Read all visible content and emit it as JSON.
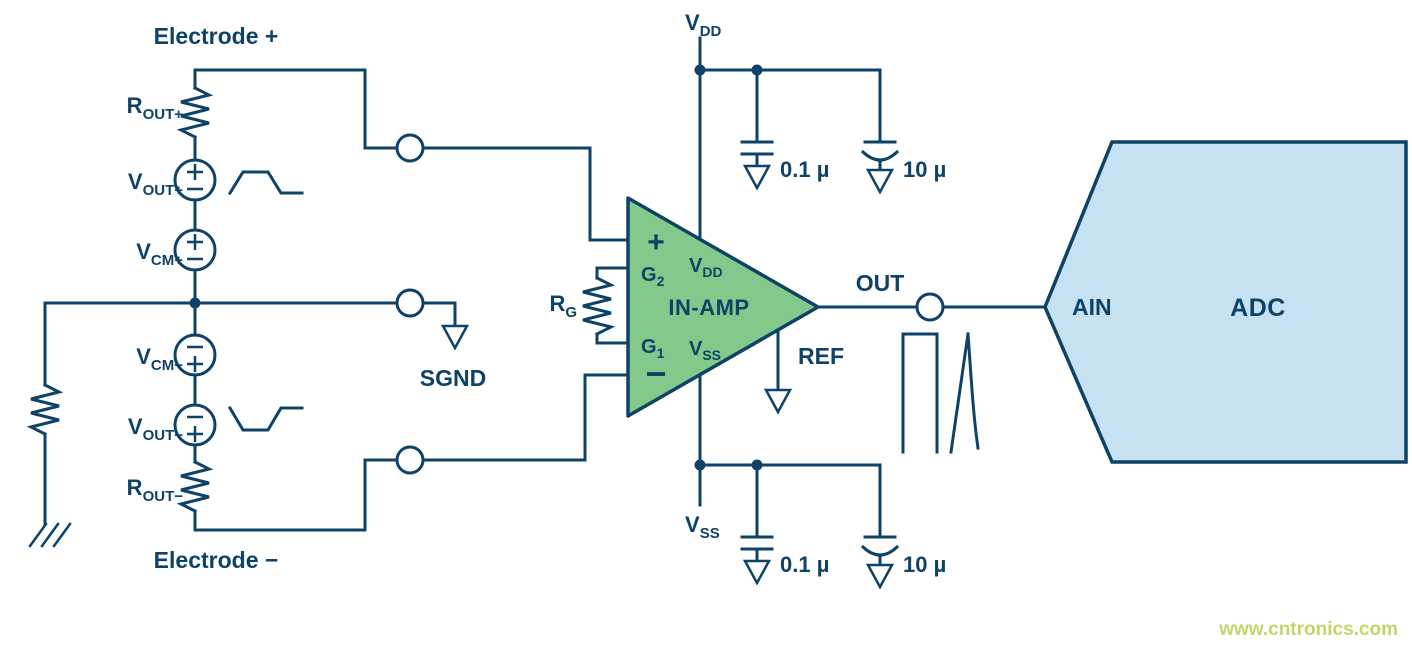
{
  "colors": {
    "navy": "#0e4266",
    "green": "#83c98b",
    "blue": "#c6e2f2",
    "watermark": "#bdd15a"
  },
  "left": {
    "electrode_plus": "Electrode +",
    "electrode_minus": "Electrode −",
    "r_out_p": {
      "base": "R",
      "sub": "OUT+"
    },
    "v_out_p": {
      "base": "V",
      "sub": "OUT+"
    },
    "v_cm_p": {
      "base": "V",
      "sub": "CM+"
    },
    "v_cm_n": {
      "base": "V",
      "sub": "CM−"
    },
    "v_out_n": {
      "base": "V",
      "sub": "OUT−"
    },
    "r_out_n": {
      "base": "R",
      "sub": "OUT−"
    },
    "sgnd": "SGND"
  },
  "amp": {
    "name": "IN-AMP",
    "plus_input": "+",
    "minus_input": "−",
    "g2": {
      "base": "G",
      "sub": "2"
    },
    "g1": {
      "base": "G",
      "sub": "1"
    },
    "rg": {
      "base": "R",
      "sub": "G"
    },
    "vdd_pin": {
      "base": "V",
      "sub": "DD"
    },
    "vss_pin": {
      "base": "V",
      "sub": "SS"
    },
    "ref": "REF",
    "out": "OUT"
  },
  "power": {
    "vdd": {
      "base": "V",
      "sub": "DD"
    },
    "vss": {
      "base": "V",
      "sub": "SS"
    },
    "top_cap_small": "0.1 µ",
    "top_cap_large": "10 µ",
    "bottom_cap_small": "0.1 µ",
    "bottom_cap_large": "10 µ"
  },
  "adc": {
    "ain": "AIN",
    "name": "ADC"
  },
  "watermark": "www.cntronics.com"
}
